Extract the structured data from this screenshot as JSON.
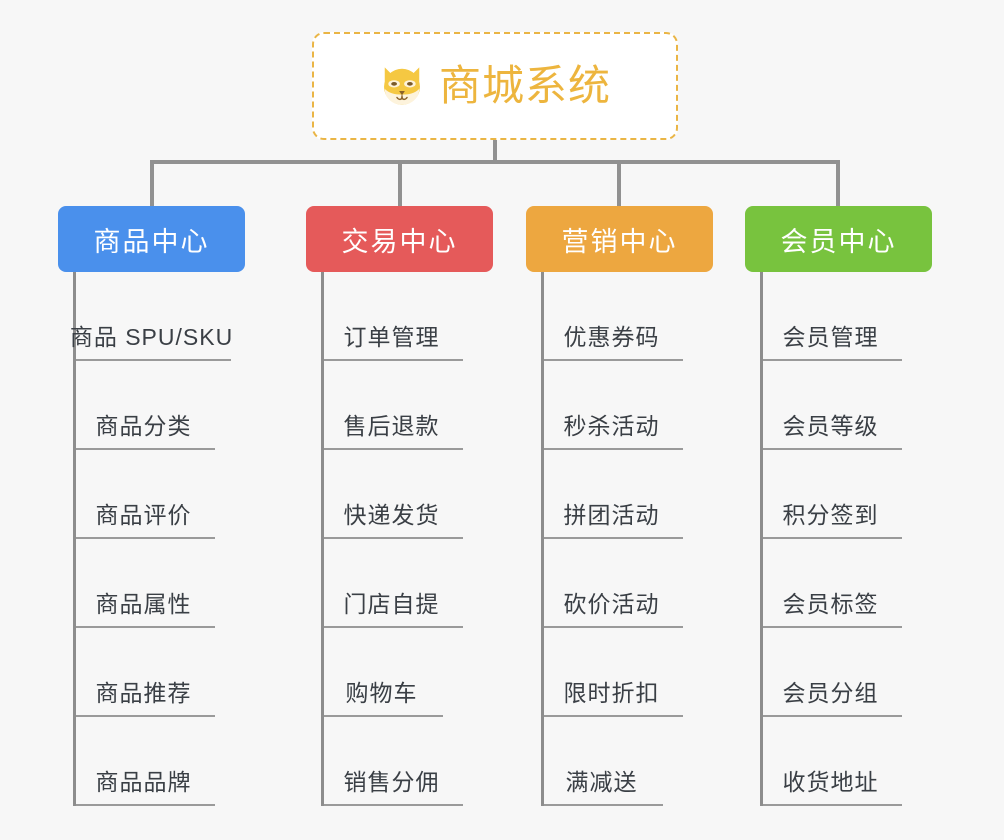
{
  "root": {
    "title": "商城系统",
    "icon": "shiba-dog-icon",
    "border_color": "#eab545",
    "title_color": "#edb53e",
    "background": "#ffffff"
  },
  "canvas": {
    "background": "#f7f7f7",
    "connector_color": "#919191"
  },
  "columns": [
    {
      "header": "商品中心",
      "color": "#4a90ec",
      "items": [
        "商品 SPU/SKU",
        "商品分类",
        "商品评价",
        "商品属性",
        "商品推荐",
        "商品品牌"
      ]
    },
    {
      "header": "交易中心",
      "color": "#e55a5a",
      "items": [
        "订单管理",
        "售后退款",
        "快递发货",
        "门店自提",
        "购物车",
        "销售分佣"
      ]
    },
    {
      "header": "营销中心",
      "color": "#eda740",
      "items": [
        "优惠券码",
        "秒杀活动",
        "拼团活动",
        "砍价活动",
        "限时折扣",
        "满减送"
      ]
    },
    {
      "header": "会员中心",
      "color": "#78c33e",
      "items": [
        "会员管理",
        "会员等级",
        "积分签到",
        "会员标签",
        "会员分组",
        "收货地址"
      ]
    }
  ]
}
